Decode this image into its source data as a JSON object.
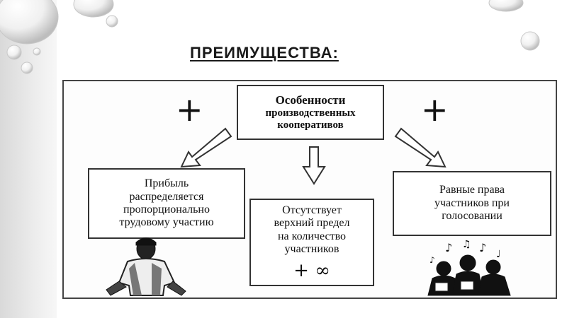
{
  "slide": {
    "title": "ПРЕИМУЩЕСТВА:"
  },
  "diagram": {
    "top_box": {
      "lines": [
        "Особенности",
        "производственных",
        "кооперативов"
      ]
    },
    "left_box": {
      "lines": [
        "Прибыль",
        "распределяется",
        "пропорционально",
        "трудовому участию"
      ]
    },
    "middle_box": {
      "lines": [
        "Отсутствует",
        "верхний предел",
        "на количество",
        "участников"
      ],
      "symbol": "+ ∞"
    },
    "right_box": {
      "lines": [
        "Равные права",
        "участников при",
        "голосовании"
      ]
    },
    "plus_left": "+",
    "plus_right": "+"
  },
  "illustrations": {
    "left": "worker-illustration",
    "right": "singing-group-illustration"
  },
  "colors": {
    "frame": "#444444",
    "text": "#111111",
    "background_strip": "#e2e2e2"
  }
}
